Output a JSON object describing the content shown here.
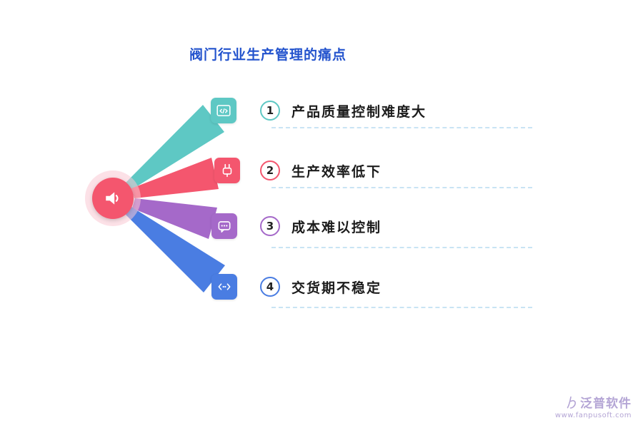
{
  "title": {
    "text": "阀门行业生产管理的痛点",
    "color": "#2353cd"
  },
  "center": {
    "icon": "speaker-icon",
    "color": "#f4566e",
    "halo": "#f9c9d3"
  },
  "items": [
    {
      "number": "1",
      "label": "产品质量控制难度大",
      "color": "#5ec8c4",
      "icon": "code-window-icon"
    },
    {
      "number": "2",
      "label": "生产效率低下",
      "color": "#f4566e",
      "icon": "plug-icon"
    },
    {
      "number": "3",
      "label": "成本难以控制",
      "color": "#a569c9",
      "icon": "chat-bubble-icon"
    },
    {
      "number": "4",
      "label": "交货期不稳定",
      "color": "#4a7de2",
      "icon": "code-angle-icon"
    }
  ],
  "divider_color": "#c9e4f4",
  "watermark": {
    "brand": "泛普软件",
    "url": "www.fanpusoft.com",
    "color": "#b4a5d5"
  }
}
